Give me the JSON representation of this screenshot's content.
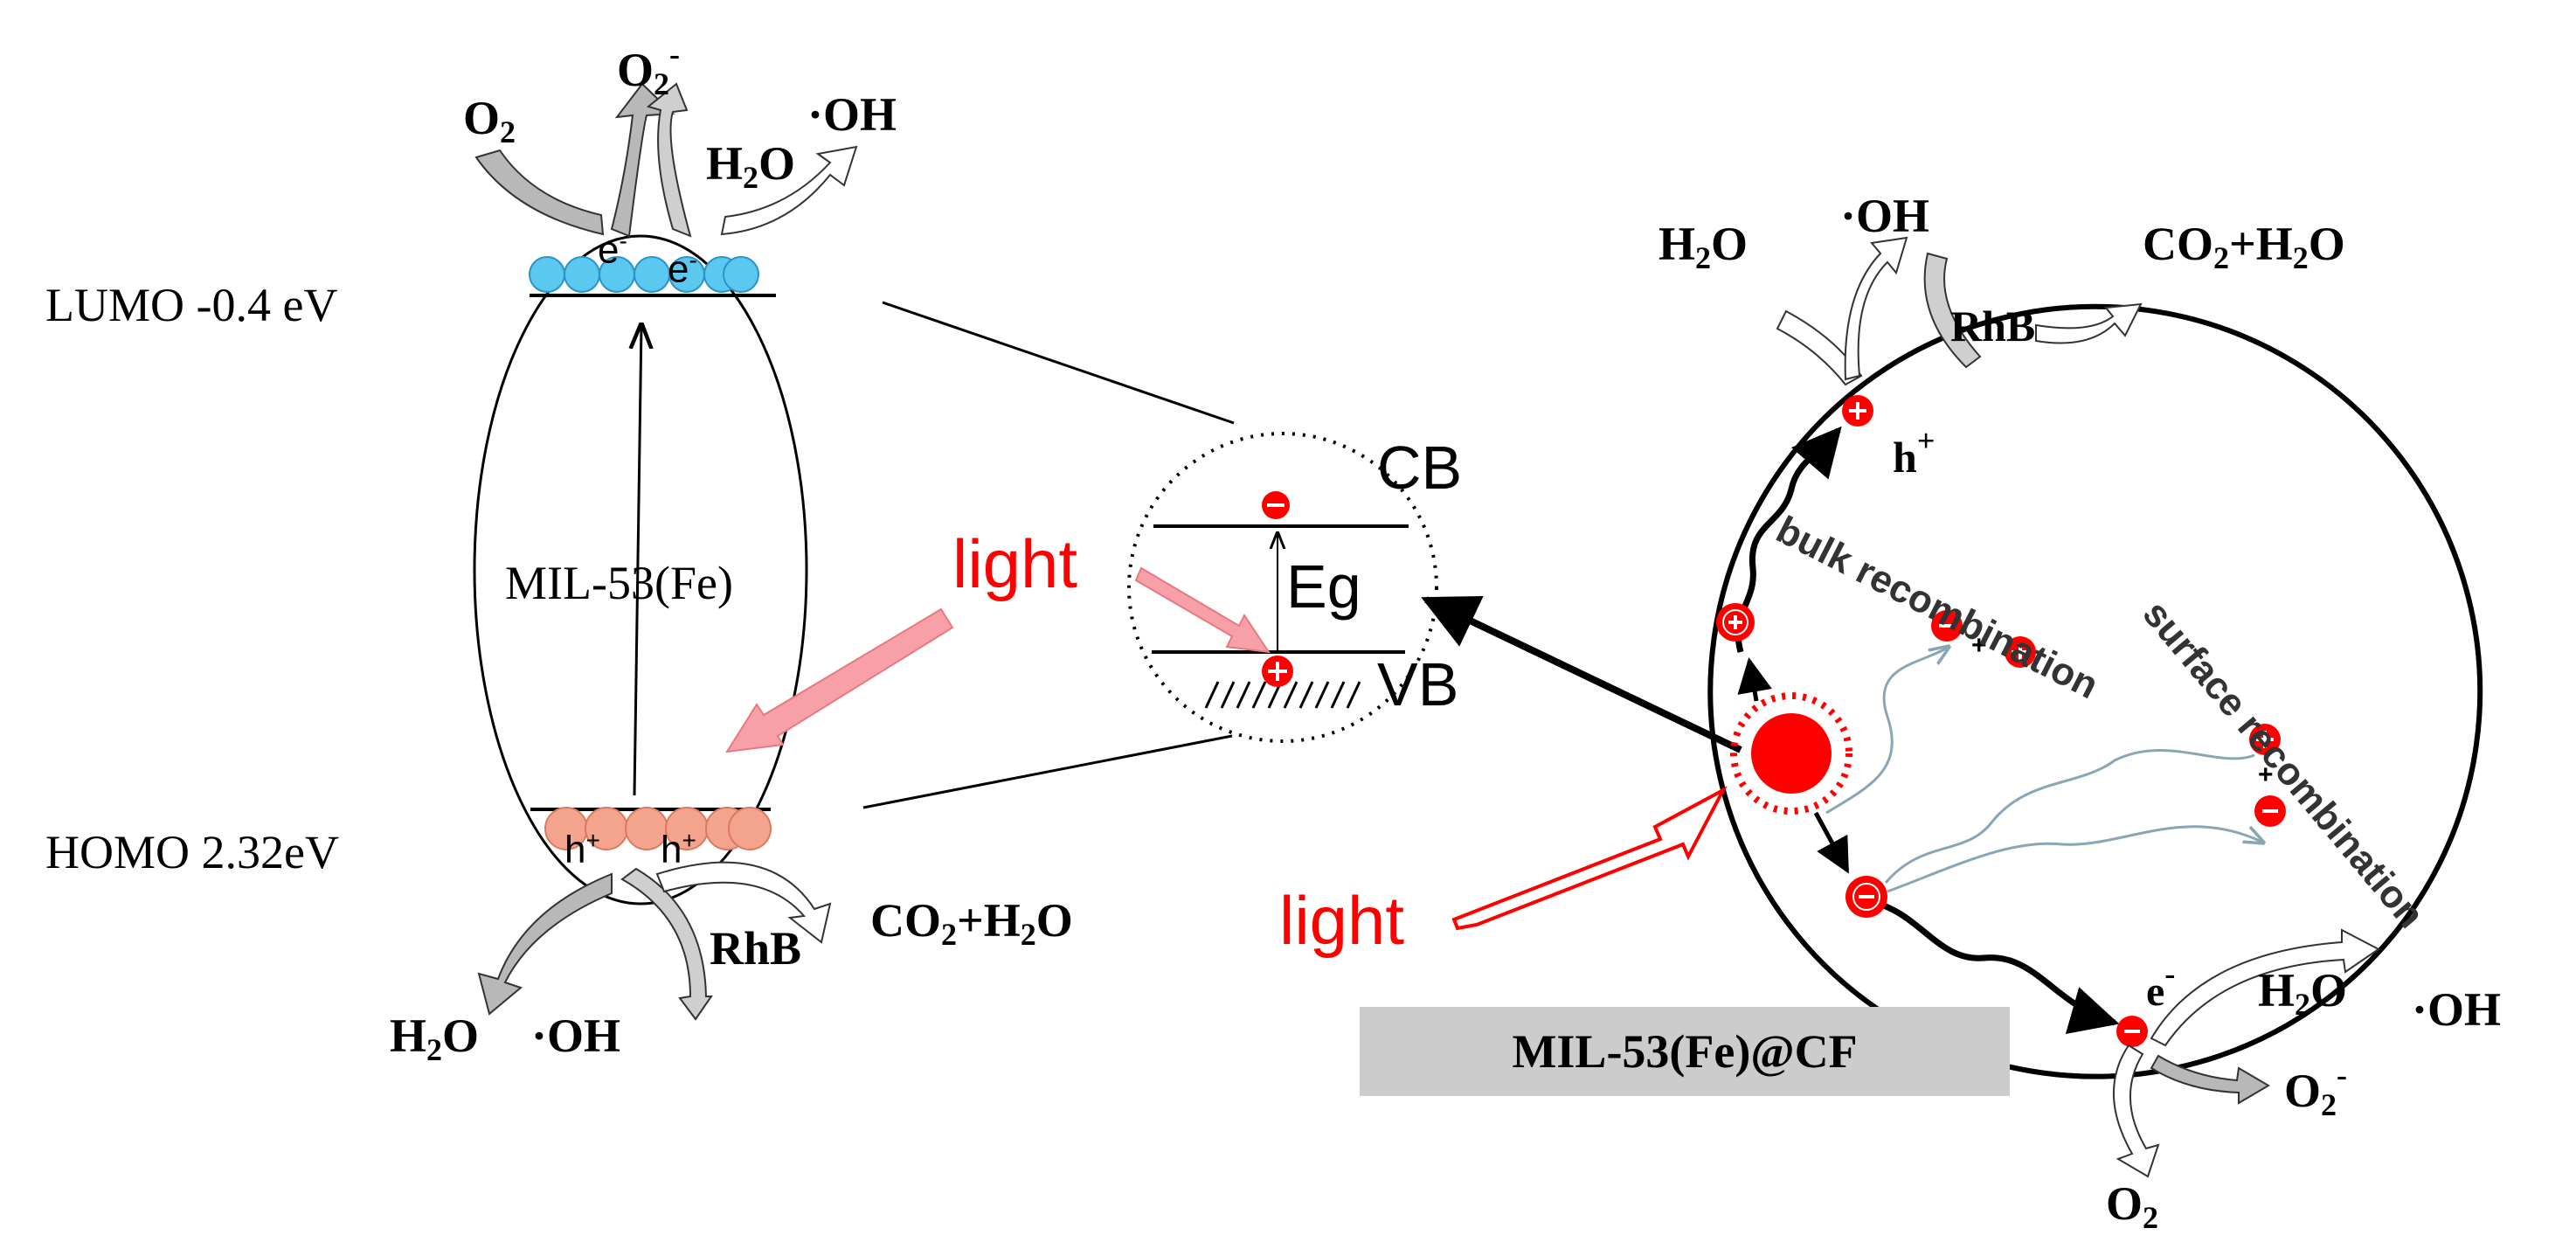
{
  "left_panel": {
    "lumo_label": "LUMO -0.4 eV",
    "homo_label": "HOMO 2.32eV",
    "material_label": "MIL-53(Fe)",
    "electron_labels": [
      "e",
      "e"
    ],
    "hole_labels": [
      "h",
      "h"
    ],
    "top_species": {
      "o2": "O",
      "o2_radical": "O",
      "h2o": "H",
      "oh": "·OH"
    },
    "bottom_species": {
      "rhb": "RhB",
      "co2_h2o": "CO",
      "h2o": "H",
      "oh": "·OH"
    }
  },
  "center_panel": {
    "light_label": "light",
    "cb_label": "CB",
    "vb_label": "VB",
    "eg_label": "Eg"
  },
  "right_panel": {
    "light_label": "light",
    "box_label": "MIL-53(Fe)@CF",
    "bulk_label": "bulk recombination",
    "surface_label": "surface recombination",
    "hole_label": "h",
    "electron_label": "e",
    "top_species": {
      "h2o": "H",
      "oh": "·OH",
      "co2_h2o": "CO",
      "rhb": "RhB"
    },
    "bottom_species": {
      "h2o": "H",
      "oh": "·OH",
      "o2_radical": "O",
      "o2": "O"
    }
  },
  "colors": {
    "electron_fill": "#5bc8f0",
    "hole_fill": "#f4a48c",
    "light_text": "#ff0000",
    "arrow_pink": "#f7a0a8",
    "charge_red": "#ff0000",
    "box_grey": "#cccccc",
    "curve_grey": "#8aa6b4"
  }
}
